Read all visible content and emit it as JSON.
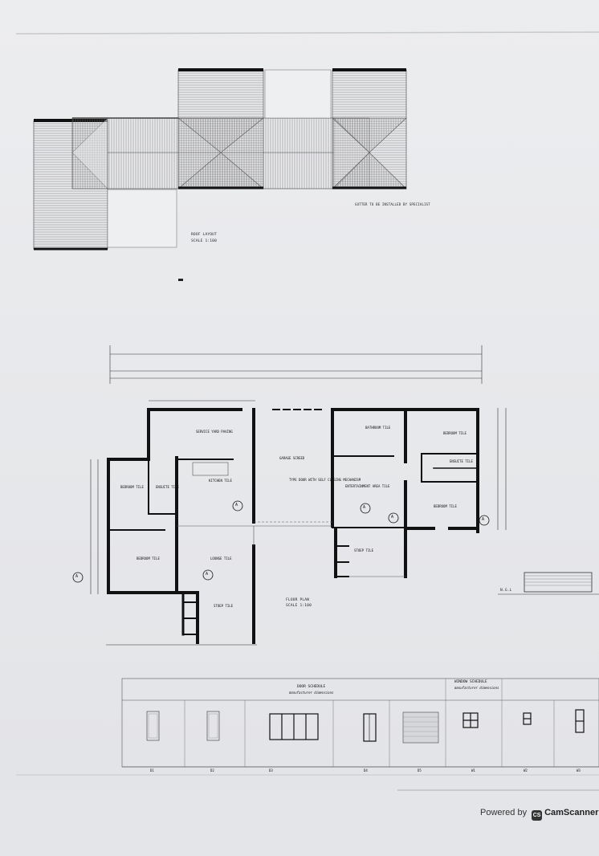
{
  "roof": {
    "caption": "ROOF LAYOUT",
    "scale": "SCALE 1:100",
    "gutter_note": "GUTTER TO BE INSTALLED BY SPECIALIST"
  },
  "floor_plan": {
    "caption": "FLOOR PLAN",
    "scale": "SCALE 1:100",
    "ngl": "N.G.L",
    "section_marker": "A",
    "rooms": [
      "SERVICE YARD PAVING",
      "KITCHEN TILE",
      "GARAGE SCREED",
      "BATHROOM TILE",
      "BEDROOM TILE",
      "ENSUITE TILE",
      "TYPE DOOR WITH SELF CLOSING MECHANISM",
      "ENTERTAINMENT AREA TILE",
      "LOUNGE TILE",
      "STOEP TILE"
    ]
  },
  "schedules": {
    "door": {
      "title": "DOOR SCHEDULE",
      "subtitle": "manufacturer dimensions"
    },
    "window": {
      "title": "WINDOW SCHEDULE",
      "subtitle": "manufacturer dimensions"
    },
    "door_codes": [
      "D1",
      "D2",
      "D3",
      "D4",
      "D5"
    ],
    "window_codes": [
      "W1",
      "W2",
      "W3"
    ]
  },
  "watermark": {
    "powered_by": "Powered by",
    "brand": "CamScanner",
    "badge": "CS"
  }
}
